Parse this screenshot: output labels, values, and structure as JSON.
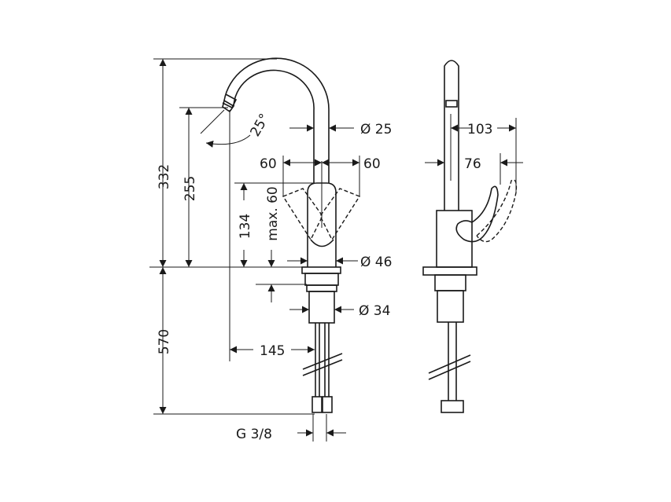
{
  "front_view": {
    "height_total": "332",
    "spout_height": "255",
    "spout_angle": "25°",
    "spout_diameter": "Ø 25",
    "lever_left": "60",
    "lever_right": "60",
    "body_height": "134",
    "max_thickness": "max. 60",
    "base_diameter": "Ø 46",
    "shank_diameter": "Ø 34",
    "hose_length": "570",
    "spout_reach": "145",
    "connection": "G 3/8"
  },
  "side_view": {
    "depth_lever": "103",
    "depth_body": "76"
  }
}
